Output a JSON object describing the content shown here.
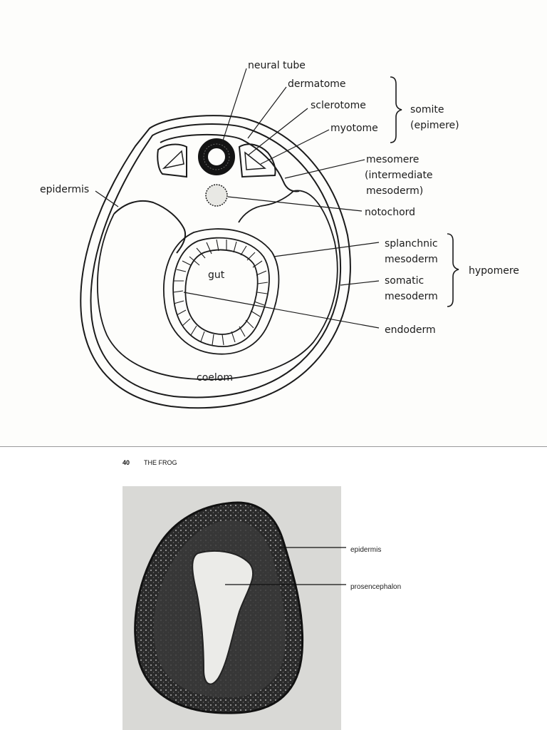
{
  "diagram": {
    "labels": {
      "neural_tube": "neural tube",
      "dermatome": "dermatome",
      "sclerotome": "sclerotome",
      "myotome": "myotome",
      "somite": "somite",
      "epimere": "(epimere)",
      "mesomere": "mesomere",
      "intermediate": "(intermediate",
      "mesoderm_close": "mesoderm)",
      "epidermis": "epidermis",
      "notochord": "notochord",
      "splanchnic": "splanchnic",
      "splanchnic_mesoderm": "mesoderm",
      "somatic": "somatic",
      "somatic_mesoderm": "mesoderm",
      "hypomere": "hypomere",
      "gut": "gut",
      "endoderm": "endoderm",
      "coelom": "coelom"
    }
  },
  "page_header": {
    "page_number": "40",
    "running_title": "THE FROG"
  },
  "photo": {
    "labels": {
      "epidermis": "epidermis",
      "prosencephalon": "prosencephalon"
    }
  }
}
